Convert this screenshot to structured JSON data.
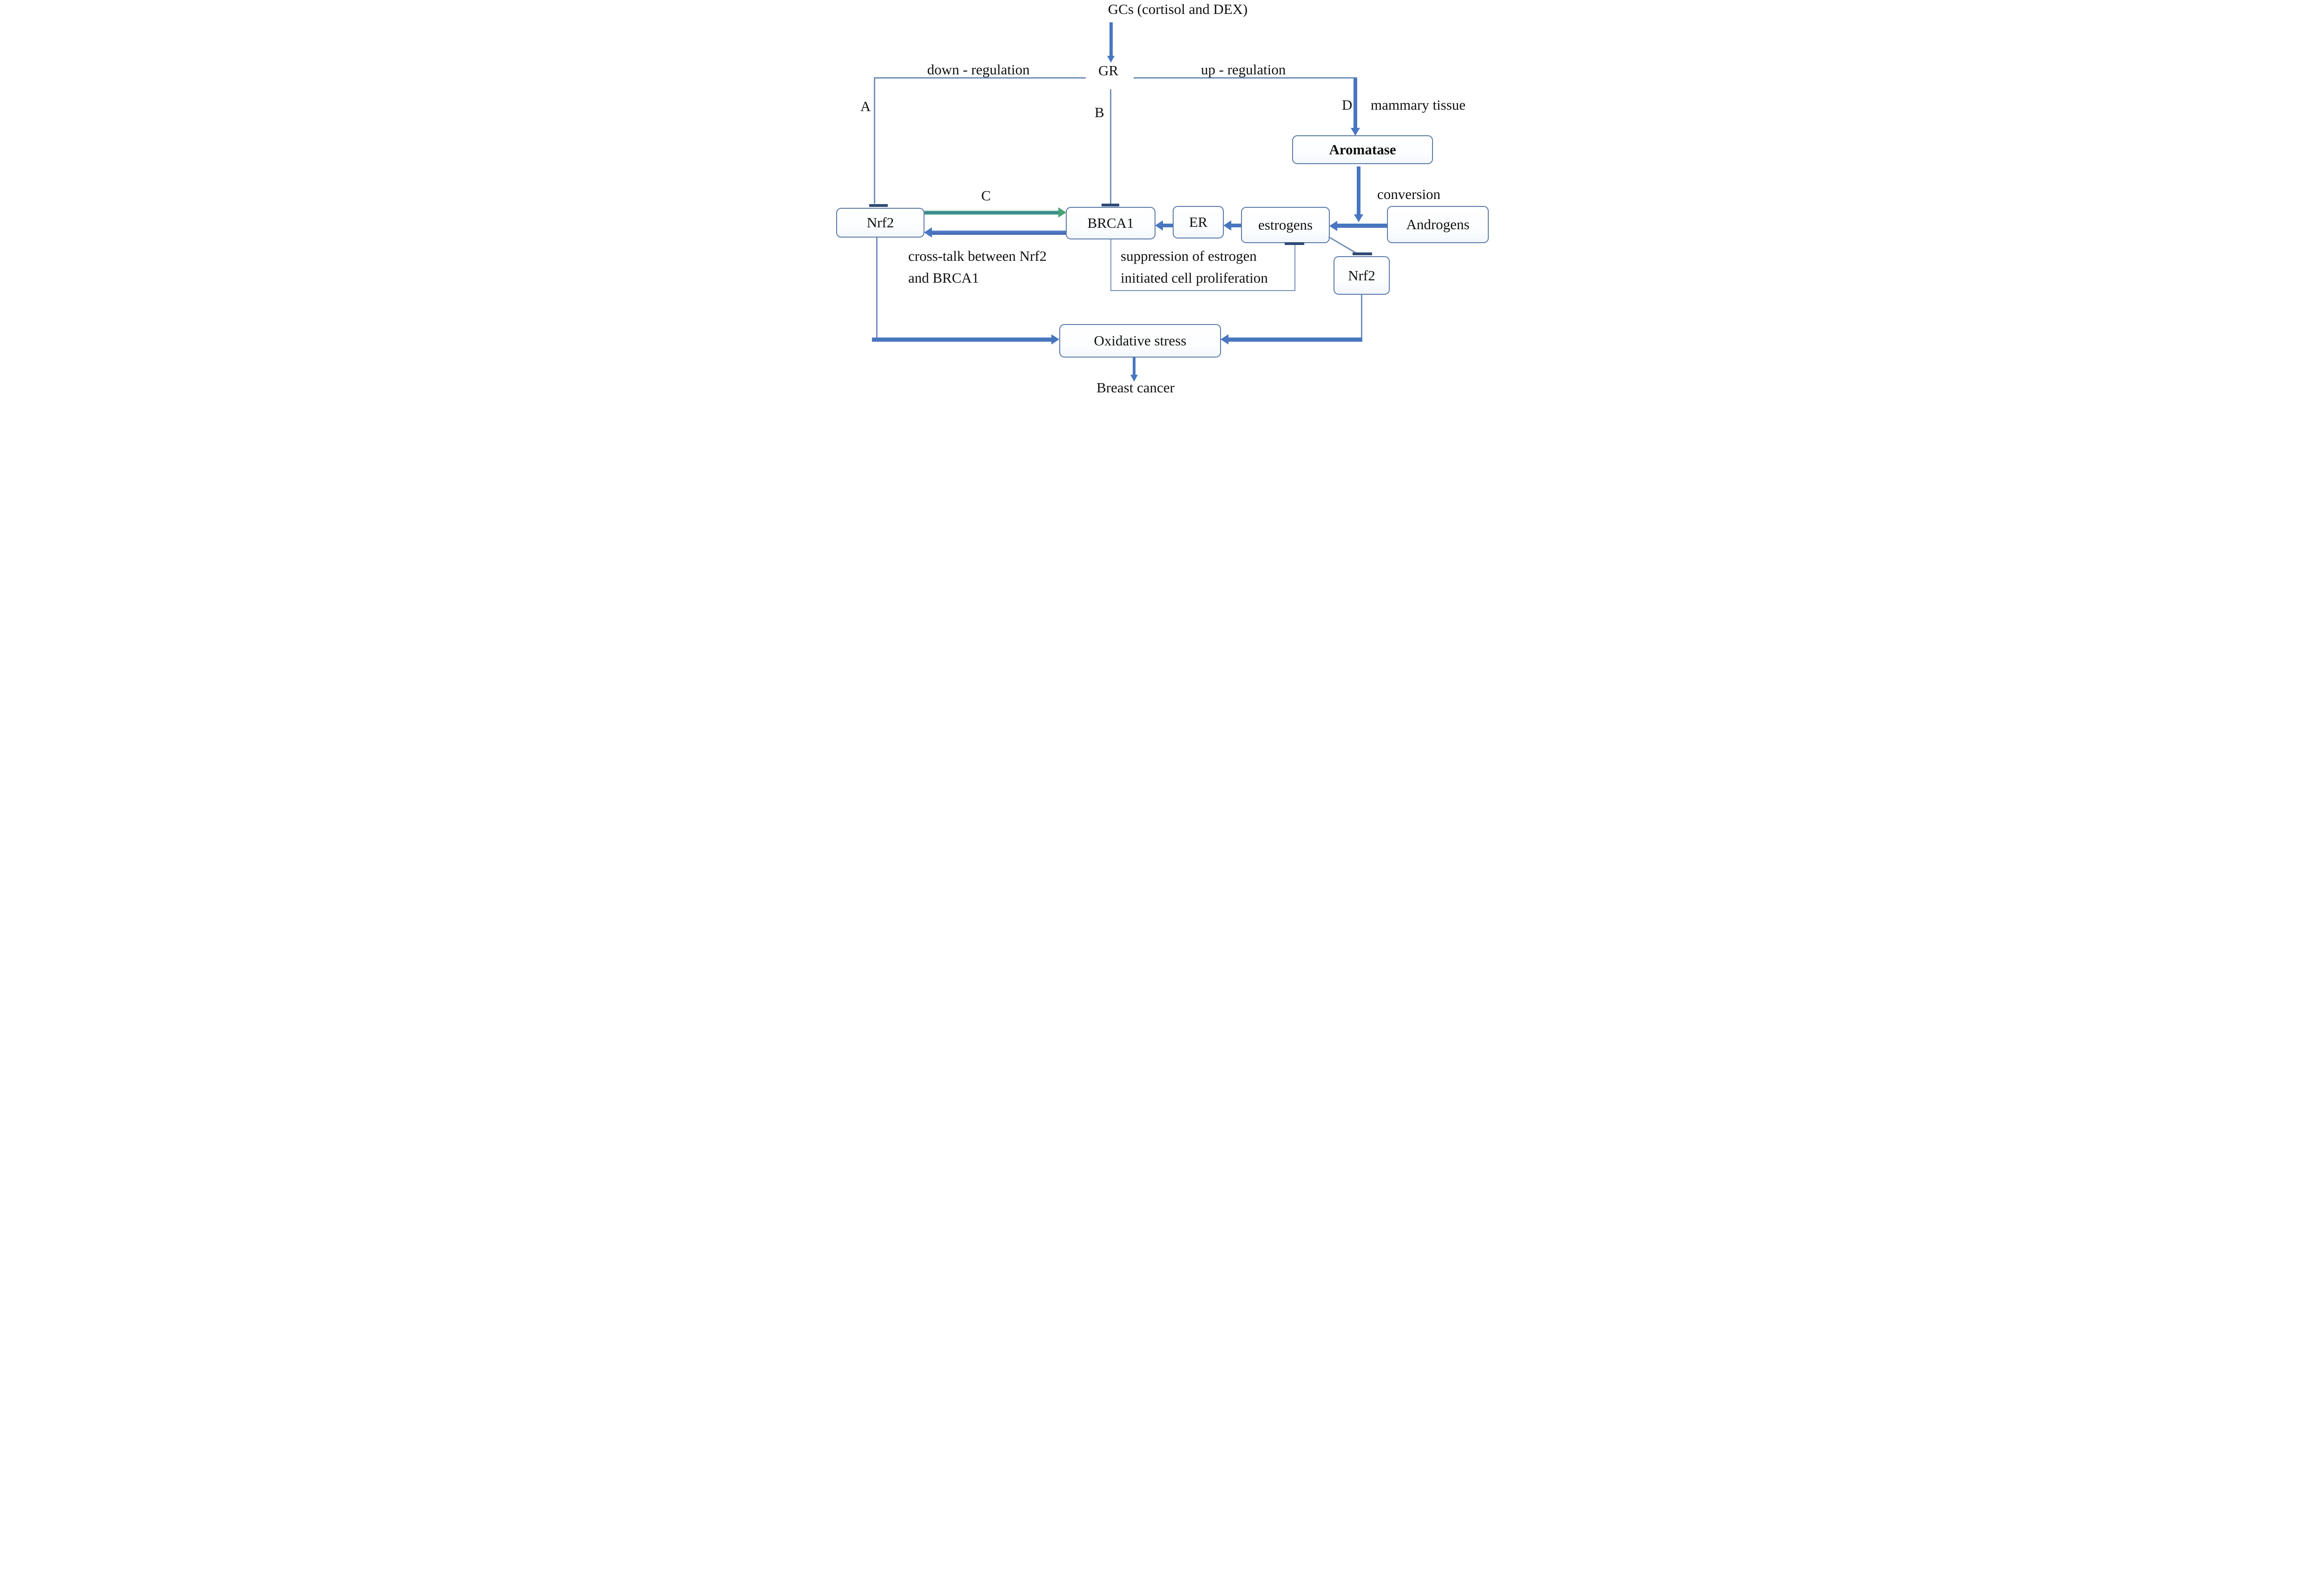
{
  "title": "GCs (cortisol and DEX)",
  "nodes": {
    "gr": "GR",
    "nrf2_left": "Nrf2",
    "brca1": "BRCA1",
    "er": "ER",
    "estrogens": "estrogens",
    "androgens": "Androgens",
    "aromatase": "Aromatase",
    "nrf2_right": "Nrf2",
    "oxidative_stress": "Oxidative stress",
    "breast_cancer": "Breast cancer"
  },
  "edge_labels": {
    "down_regulation": "down - regulation",
    "up_regulation": "up - regulation",
    "letter_a": "A",
    "letter_b": "B",
    "letter_c": "C",
    "letter_d": "D",
    "mammary_tissue": "mammary tissue",
    "conversion": "conversion",
    "crosstalk_line1": "cross-talk between Nrf2",
    "crosstalk_line2": "and BRCA1",
    "suppression_line1": "suppression of estrogen",
    "suppression_line2": "initiated cell proliferation"
  },
  "colors": {
    "arrow_blue": "#4876c0",
    "arrow_blue_dark": "#3a62ae",
    "connector_blue": "#7390b6",
    "inhibitor_bar": "#2e4a75",
    "box_border": "#5b79a8",
    "green_arrow": "#35808f",
    "green_arrow_light": "#79c79c",
    "green_head": "#47a377",
    "text": "#111111"
  }
}
